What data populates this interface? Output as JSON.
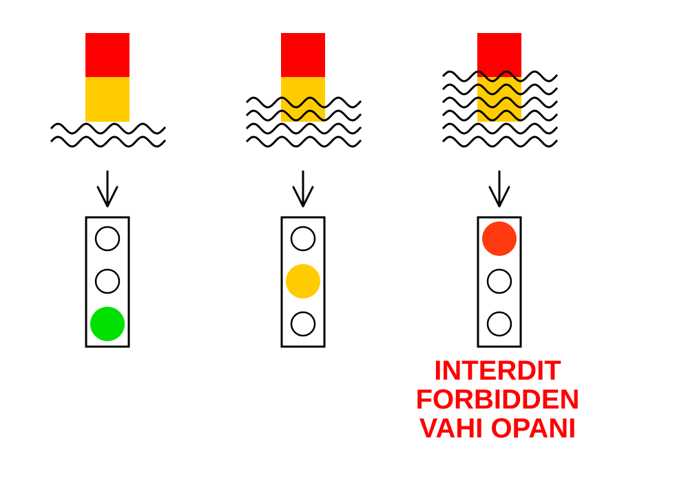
{
  "colors": {
    "red": "#ff0000",
    "yellow": "#ffcc00",
    "green": "#00e000",
    "orange_red": "#ff3a10",
    "line": "#000000",
    "text": "#ff0000"
  },
  "panels": [
    {
      "id": "low",
      "wave_lines": 2,
      "active_light": "bottom",
      "active_color": "#00e000"
    },
    {
      "id": "medium",
      "wave_lines": 4,
      "active_light": "middle",
      "active_color": "#ffcc00"
    },
    {
      "id": "high",
      "wave_lines": 6,
      "active_light": "top",
      "active_color": "#ff3a10"
    }
  ],
  "warning": {
    "line1": "INTERDIT",
    "line2": "FORBIDDEN",
    "line3": "VAHI OPANI"
  }
}
